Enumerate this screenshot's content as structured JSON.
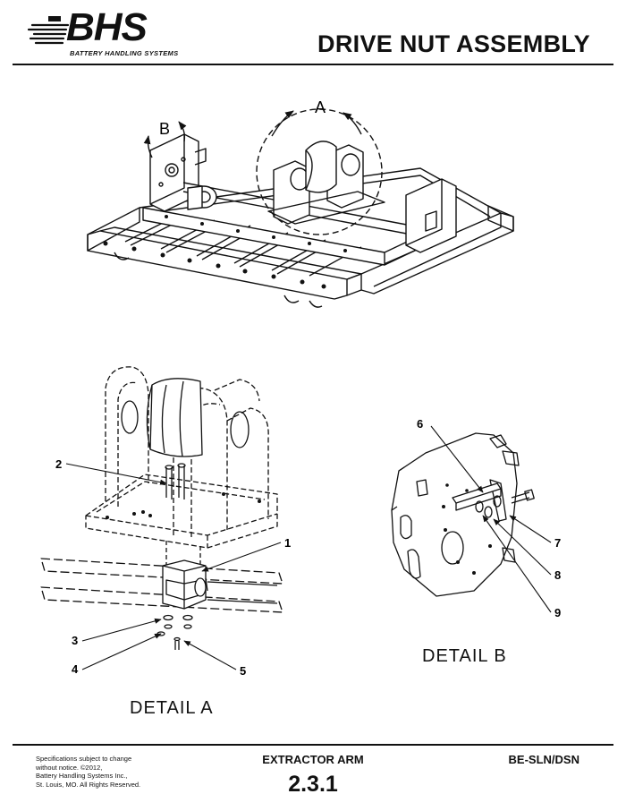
{
  "header": {
    "logo_text": "BHS",
    "logo_tagline": "BATTERY HANDLING SYSTEMS",
    "title": "DRIVE NUT ASSEMBLY"
  },
  "diagram": {
    "view_labels": {
      "a": "A",
      "b": "B"
    },
    "detail_a_label": "DETAIL  A",
    "detail_b_label": "DETAIL  B",
    "callouts": [
      "1",
      "2",
      "3",
      "4",
      "5",
      "6",
      "7",
      "8",
      "9"
    ]
  },
  "footer": {
    "disclaimer_lines": [
      "Specifications subject to change",
      "without notice. ©2012,",
      "Battery Handling Systems Inc.,",
      "St. Louis, MO. All Rights Reserved."
    ],
    "section": "EXTRACTOR ARM",
    "page": "2.3.1",
    "code": "BE-SLN/DSN"
  }
}
